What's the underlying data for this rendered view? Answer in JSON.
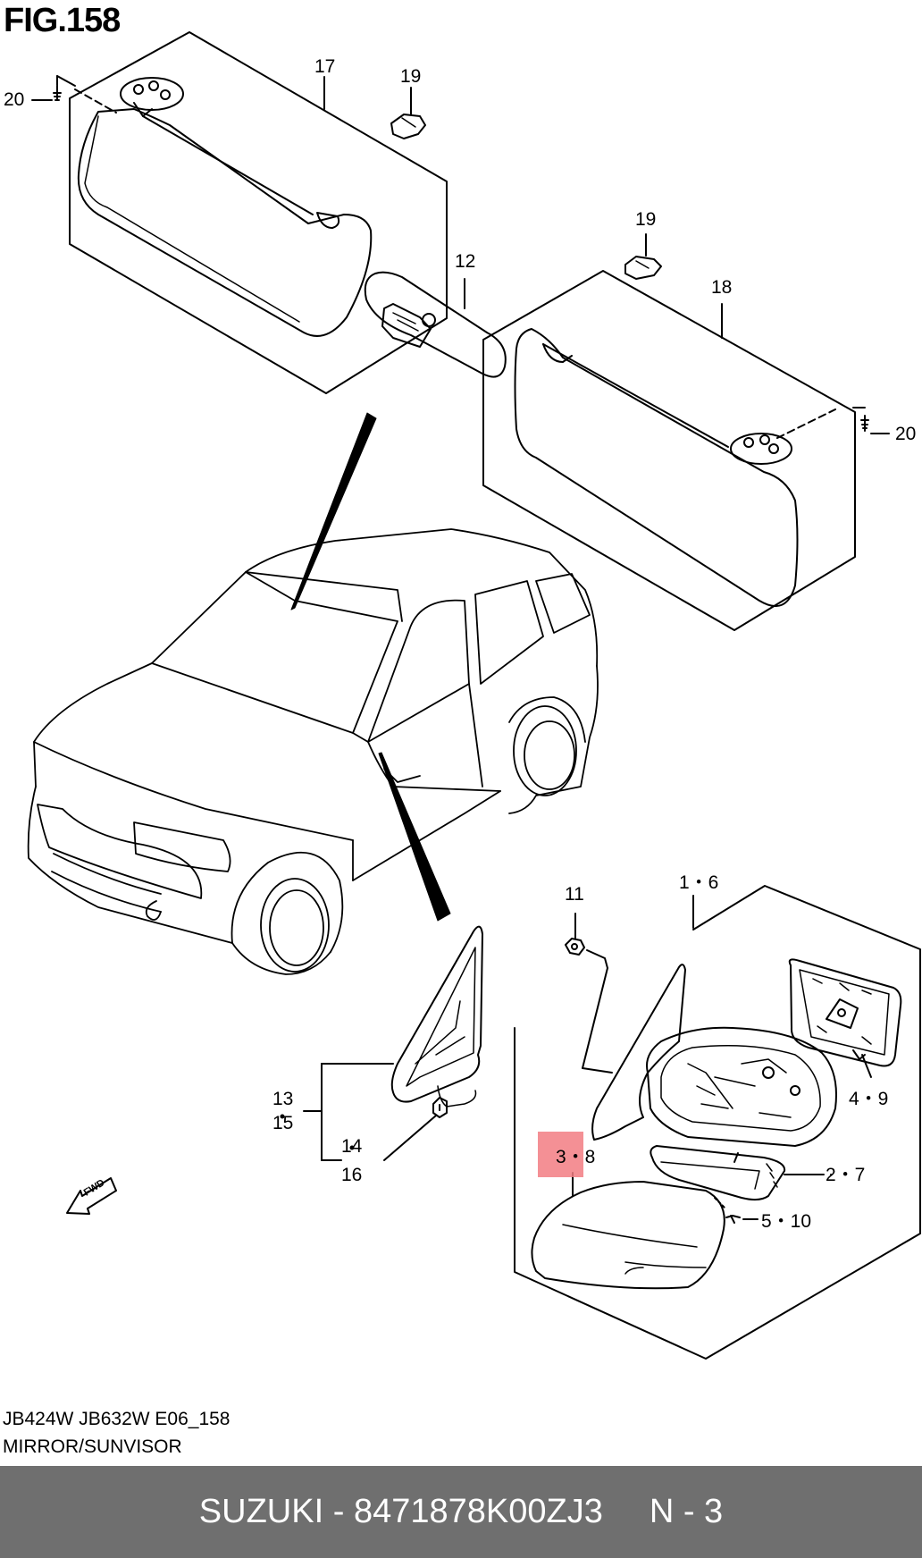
{
  "figure": {
    "title": "FIG.158"
  },
  "callouts": {
    "c20_left": "20",
    "c17": "17",
    "c19_top": "19",
    "c12": "12",
    "c19_mid": "19",
    "c18": "18",
    "c20_right": "20",
    "c11": "11",
    "c1_6": "1・6",
    "c4_9": "4・9",
    "c13": "13",
    "c15": "15",
    "c14": "14",
    "c16": "16",
    "c3_8": "3・8",
    "c2_7": "2・7",
    "c5_10": "5・10",
    "fwd": "FWD"
  },
  "caption": {
    "code": "JB424W JB632W E06_158",
    "title": "MIRROR/SUNVISOR"
  },
  "footer": {
    "brand": "SUZUKI",
    "separator": " - ",
    "part_number": "8471878K00ZJ3",
    "page": "N - 3"
  },
  "colors": {
    "footer_bg": "#6f6f6f",
    "highlight": "#f27c82",
    "line": "#000000"
  }
}
